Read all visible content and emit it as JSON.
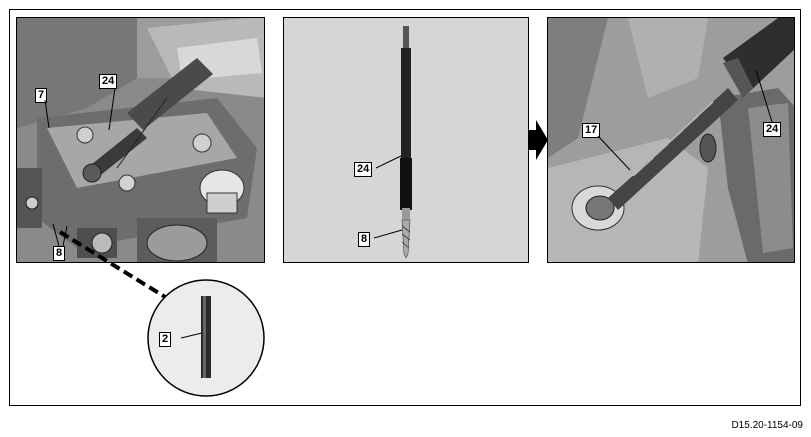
{
  "callouts": {
    "panel1_label_7": "7",
    "panel1_label_24": "24",
    "panel1_label_8": "8",
    "panel2_label_24": "24",
    "panel2_label_8": "8",
    "panel3_label_17": "17",
    "panel3_label_24": "24",
    "detail_label_2": "2"
  },
  "document_id": "D15.20-1154-09"
}
